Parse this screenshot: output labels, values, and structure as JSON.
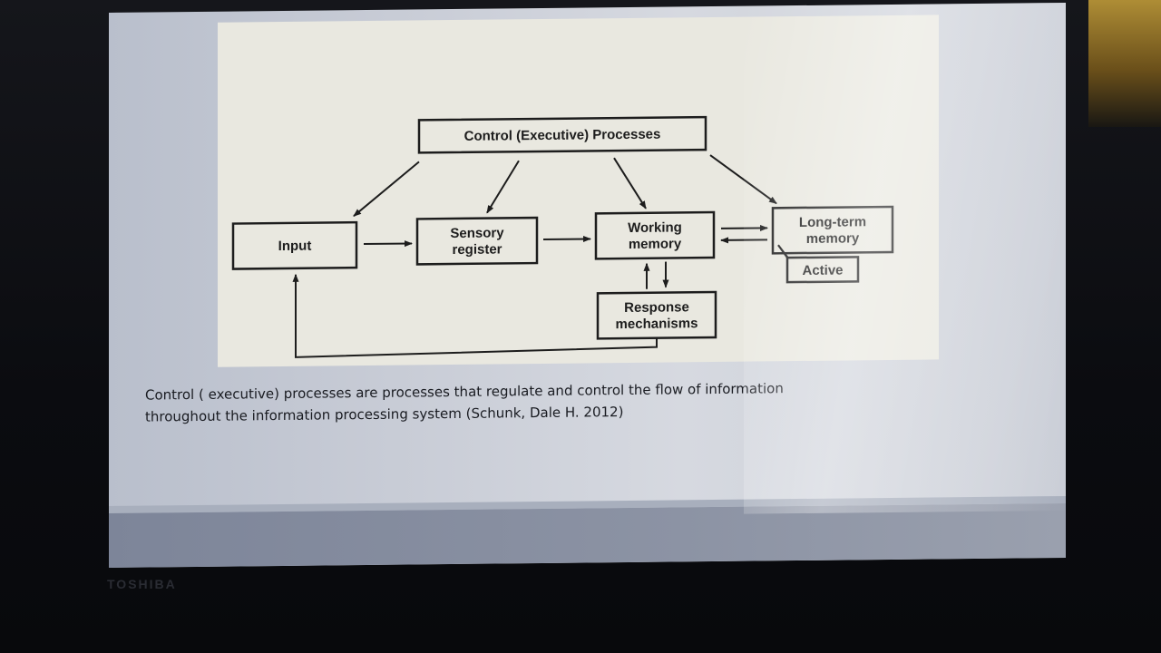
{
  "diagram": {
    "control_box": "Control (Executive) Processes",
    "input_box": "Input",
    "sensory_line1": "Sensory",
    "sensory_line2": "register",
    "working_line1": "Working",
    "working_line2": "memory",
    "longterm_line1": "Long-term",
    "longterm_line2": "memory",
    "active_box": "Active",
    "response_line1": "Response",
    "response_line2": "mechanisms"
  },
  "caption": {
    "line1": "Control ( executive) processes are processes that regulate and control the flow of information",
    "line2": "throughout the information processing system (Schunk, Dale H. 2012)"
  },
  "device": {
    "brand": "TOSHIBA"
  },
  "colors": {
    "line": "#1d1d1d",
    "paper": "#e9e8e0"
  }
}
